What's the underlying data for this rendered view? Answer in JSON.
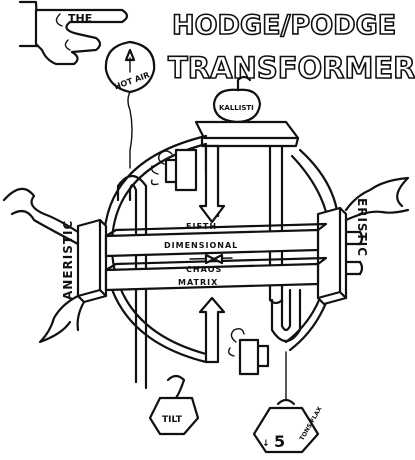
{
  "title": {
    "line1": "HODGE/PODGE",
    "line2": "TRANSFORMER"
  },
  "hand_label": "THE",
  "balloon_label": "HOT AIR",
  "apple_label": "KALLISTI",
  "matrix": {
    "top_line1": "FIFTH",
    "top_line2": "DIMENSIONAL",
    "bottom_line1": "CHAOS",
    "bottom_line2": "MATRIX"
  },
  "side_left": "ANERISTIC",
  "side_right": "ERISTIC",
  "weight_left_label": "TILT",
  "weight_right_number": "5",
  "weight_right_label": "TONS FLAX",
  "icons": [
    "pointing-hand-icon",
    "hot-air-balloon-icon",
    "golden-apple-icon",
    "smoke-puff-icon",
    "flame-icon",
    "tilt-weight-icon",
    "five-ton-weight-icon",
    "down-arrow-icon"
  ]
}
